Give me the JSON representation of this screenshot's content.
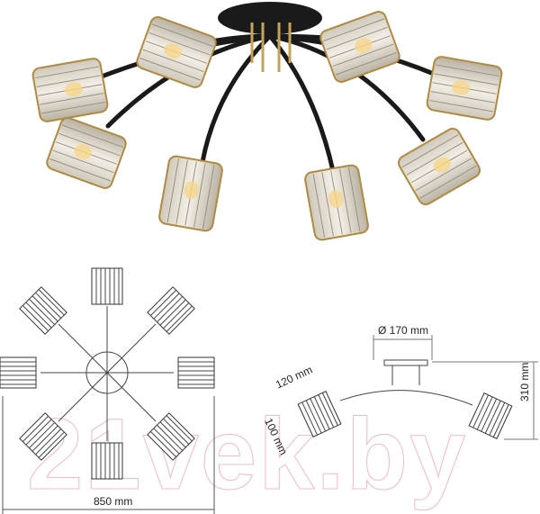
{
  "product": {
    "type": "ceiling chandelier",
    "arms": 8,
    "colors": {
      "frame": "#1a1a1a",
      "accent_gold": "#c9a25a",
      "glass": "#d9d4c8"
    }
  },
  "dimensions": {
    "width_label": "850 mm",
    "base_diameter_label": "Ø 170 mm",
    "height_label": "310 mm",
    "shade_length_label": "120 mm",
    "shade_diameter_label": "100 mm"
  },
  "watermark": {
    "text": "21vek.by",
    "color": "#f4b8c8"
  }
}
